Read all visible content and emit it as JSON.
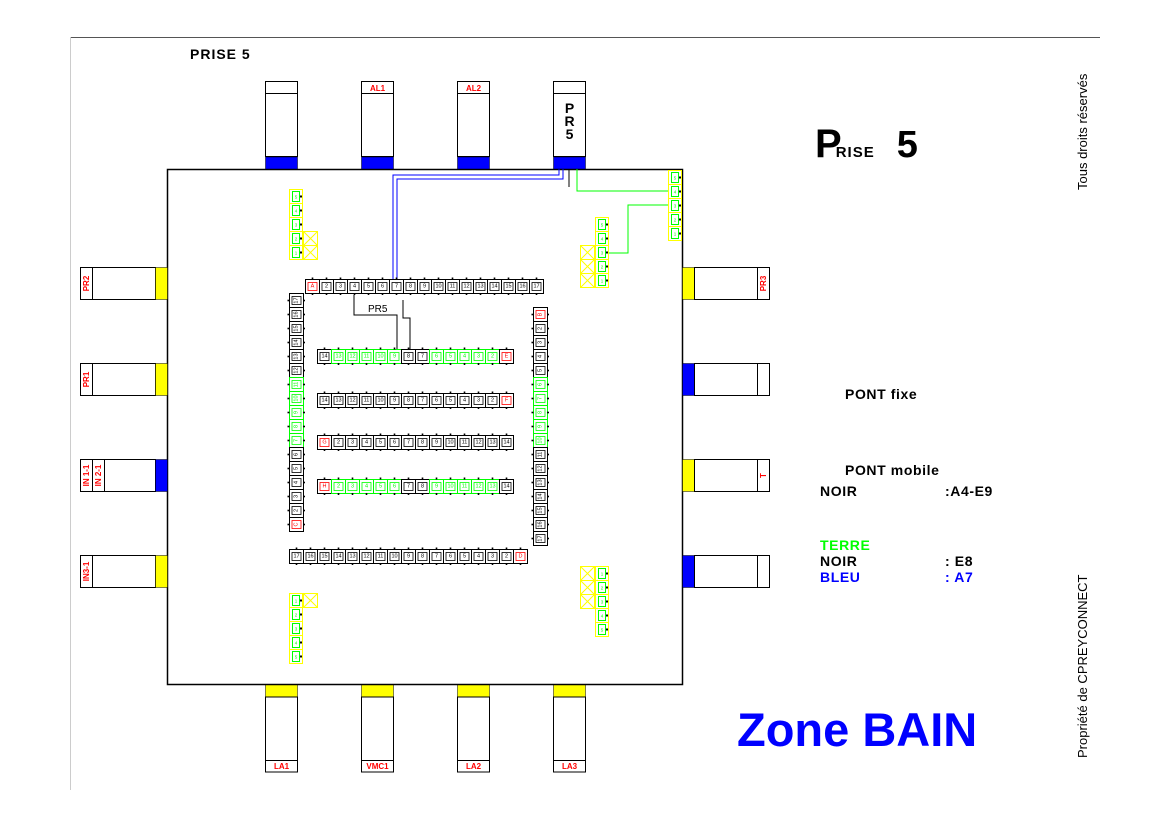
{
  "header": {
    "title_small": "PRISE 5",
    "title_big": {
      "initial": "P",
      "rest": "RISE",
      "number": "5"
    }
  },
  "side_texts": {
    "copyright": "Tous droits réservés",
    "owner": "Propriété de CPREYCONNECT"
  },
  "zone_label": "Zone BAIN",
  "legend": {
    "pont_fixe": "PONT fixe",
    "pont_mobile": "PONT mobile",
    "mobile_rows": [
      {
        "label": "NOIR",
        "value": ":A4-E9",
        "color": "#000000"
      }
    ],
    "terre": {
      "label": "TERRE",
      "color": "#00ff00"
    },
    "terre_rows": [
      {
        "label": "NOIR",
        "value": ": E8",
        "color": "#000000"
      },
      {
        "label": "BLEU",
        "value": ": A7",
        "color": "#0000ff"
      }
    ]
  },
  "colors": {
    "label_red": "#ff0000",
    "wire_blue": "#0000ff",
    "wire_green": "#00ff00",
    "socket_yellow": "#ffff00",
    "socket_blue": "#0000ff",
    "frame": "#000000"
  },
  "sockets": {
    "top": [
      {
        "label": "",
        "color": "blue"
      },
      {
        "label": "AL1",
        "color": "blue"
      },
      {
        "label": "AL2",
        "color": "blue"
      },
      {
        "label": "",
        "big_label": "PR5",
        "color": "blue"
      }
    ],
    "bottom": [
      {
        "label": "LA1",
        "color": "yellow"
      },
      {
        "label": "VMC1",
        "color": "yellow"
      },
      {
        "label": "LA2",
        "color": "yellow"
      },
      {
        "label": "LA3",
        "color": "yellow"
      }
    ],
    "left": [
      {
        "labels": [
          "PR2"
        ],
        "color": "yellow"
      },
      {
        "labels": [
          "PR1"
        ],
        "color": "yellow"
      },
      {
        "labels": [
          "IN 1-1",
          "IN 2-1"
        ],
        "color": "blue"
      },
      {
        "labels": [
          "IN3-1"
        ],
        "color": "yellow"
      }
    ],
    "right": [
      {
        "label": "PR3",
        "color": "yellow"
      },
      {
        "label": "",
        "color": "blue"
      },
      {
        "label": "T",
        "color": "yellow"
      },
      {
        "label": "",
        "color": "blue"
      }
    ]
  },
  "terminal_strips": {
    "top_row": {
      "letter": "A",
      "numbers": [
        "2",
        "3",
        "4",
        "5",
        "6",
        "7",
        "8",
        "9",
        "10",
        "11",
        "12",
        "13",
        "14",
        "15",
        "16",
        "17"
      ],
      "green": []
    },
    "bottom_row": {
      "letter": "D",
      "numbers": [
        "17",
        "16",
        "15",
        "14",
        "13",
        "12",
        "11",
        "10",
        "9",
        "8",
        "7",
        "6",
        "5",
        "4",
        "3",
        "2"
      ],
      "green": []
    },
    "left_col": {
      "letter": "C",
      "numbers": [
        "17",
        "16",
        "15",
        "14",
        "13",
        "12",
        "11",
        "10",
        "9",
        "8",
        "7",
        "6",
        "5",
        "4",
        "3",
        "2"
      ],
      "green": [
        "11",
        "10",
        "9",
        "8",
        "7"
      ]
    },
    "right_col": {
      "letter": "B",
      "numbers": [
        "2",
        "3",
        "4",
        "5",
        "6",
        "7",
        "8",
        "9",
        "10",
        "11",
        "12",
        "13",
        "14",
        "15",
        "16",
        "17"
      ],
      "green": [
        "6",
        "7",
        "8",
        "9",
        "10"
      ]
    },
    "row_e": {
      "letter": "E",
      "numbers": [
        "14",
        "13",
        "12",
        "11",
        "10",
        "9",
        "8",
        "7",
        "6",
        "5",
        "4",
        "3",
        "2"
      ],
      "green": [
        "13",
        "12",
        "11",
        "10",
        "9",
        "6",
        "5",
        "4",
        "3",
        "2"
      ]
    },
    "row_f": {
      "letter": "F",
      "numbers": [
        "14",
        "13",
        "12",
        "11",
        "10",
        "9",
        "8",
        "7",
        "6",
        "5",
        "4",
        "3",
        "2"
      ],
      "green": []
    },
    "row_g": {
      "letter": "G",
      "numbers": [
        "2",
        "3",
        "4",
        "5",
        "6",
        "7",
        "8",
        "9",
        "10",
        "11",
        "12",
        "13",
        "14"
      ],
      "green": []
    },
    "row_h": {
      "letter": "H",
      "numbers": [
        "2",
        "3",
        "4",
        "5",
        "6",
        "7",
        "8",
        "9",
        "10",
        "11",
        "12",
        "13",
        "14"
      ],
      "green": [
        "2",
        "3",
        "4",
        "5",
        "6",
        "9",
        "10",
        "11",
        "12",
        "13"
      ]
    }
  },
  "wire_label": "PR5",
  "earth_blocks": {
    "top_left": {
      "numbers": [
        "5",
        "4",
        "3",
        "2",
        "1"
      ]
    },
    "top_right": {
      "numbers": [
        "5",
        "4",
        "3",
        "2",
        "1"
      ]
    },
    "mid_right": {
      "numbers": [
        "5",
        "4",
        "3",
        "2",
        "1"
      ]
    },
    "bottom_left": {
      "numbers": [
        "1",
        "2",
        "3",
        "4",
        "5"
      ]
    },
    "bottom_right": {
      "numbers": [
        "1",
        "2",
        "3",
        "4",
        "5"
      ]
    }
  }
}
